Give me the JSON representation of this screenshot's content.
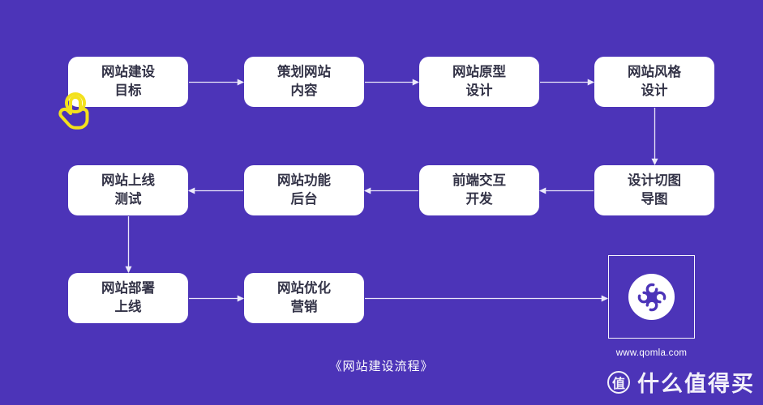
{
  "colors": {
    "background": "#4c34b8",
    "node_bg": "#ffffff",
    "node_text": "#333347",
    "arrow": "#e9e6f9",
    "cursor_yellow": "#f3e11c",
    "logo_mark": "#4c34b8",
    "watermark_text": "#ffffff"
  },
  "flow": {
    "caption": "《网站建设流程》",
    "nodes": [
      {
        "id": "n1",
        "line1": "网站建设",
        "line2": "目标"
      },
      {
        "id": "n2",
        "line1": "策划网站",
        "line2": "内容"
      },
      {
        "id": "n3",
        "line1": "网站原型",
        "line2": "设计"
      },
      {
        "id": "n4",
        "line1": "网站风格",
        "line2": "设计"
      },
      {
        "id": "n5",
        "line1": "网站上线",
        "line2": "测试"
      },
      {
        "id": "n6",
        "line1": "网站功能",
        "line2": "后台"
      },
      {
        "id": "n7",
        "line1": "前端交互",
        "line2": "开发"
      },
      {
        "id": "n8",
        "line1": "设计切图",
        "line2": "导图"
      },
      {
        "id": "n9",
        "line1": "网站部署",
        "line2": "上线"
      },
      {
        "id": "n10",
        "line1": "网站优化",
        "line2": "营销"
      }
    ],
    "edges": [
      {
        "from": "n1",
        "to": "n2"
      },
      {
        "from": "n2",
        "to": "n3"
      },
      {
        "from": "n3",
        "to": "n4"
      },
      {
        "from": "n4",
        "to": "n8"
      },
      {
        "from": "n8",
        "to": "n7"
      },
      {
        "from": "n7",
        "to": "n6"
      },
      {
        "from": "n6",
        "to": "n5"
      },
      {
        "from": "n5",
        "to": "n9"
      },
      {
        "from": "n9",
        "to": "n10"
      },
      {
        "from": "n10",
        "to": "logo"
      }
    ]
  },
  "logo": {
    "icon": "qomla-clover-icon",
    "website": "www.qomla.com"
  },
  "cursor": {
    "icon": "tap-hand-icon"
  },
  "watermark": {
    "badge": "值",
    "text": "什么值得买"
  }
}
